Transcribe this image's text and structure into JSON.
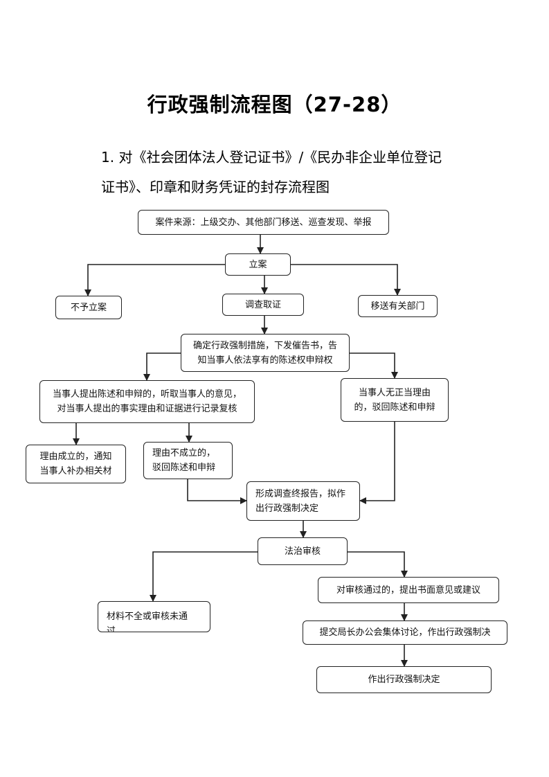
{
  "title": "行政强制流程图（27-28）",
  "subtitle_line1": "1. 对《社会团体法人登记证书》/《民办非企业单位登记",
  "subtitle_line2": "证书》、印章和财务凭证的封存流程图",
  "nodes": {
    "case_source": "案件来源：上级交办、其他部门移送、巡查发现、举报",
    "filing": "立案",
    "no_filing": "不予立案",
    "investigation": "调查取证",
    "transfer": "移送有关部门",
    "determine_measures": "确定行政强制措施，下发催告书，告\n知当事人依法享有的陈述权申辩权",
    "party_statement": "当事人提出陈述和申辩的，听取当事人的意见，\n对当事人提出的事实理由和证据进行记录复核",
    "party_no_statement": "当事人无正当理由\n的，驳回陈述和申辩",
    "reason_valid": "理由成立的，通知\n当事人补办相关材",
    "reason_invalid": "理由不成立的，\n驳回陈述和申辩",
    "final_report": "形成调查终报告，拟作\n出行政强制决定",
    "legal_review": "法治审核",
    "review_passed": "对审核通过的，提出书面意见或建议",
    "materials_incomplete": "材料不全或审核未通\n过",
    "collective_discussion": "提交局长办公会集体讨论，作出行政强制决",
    "make_decision": "作出行政强制决定"
  }
}
